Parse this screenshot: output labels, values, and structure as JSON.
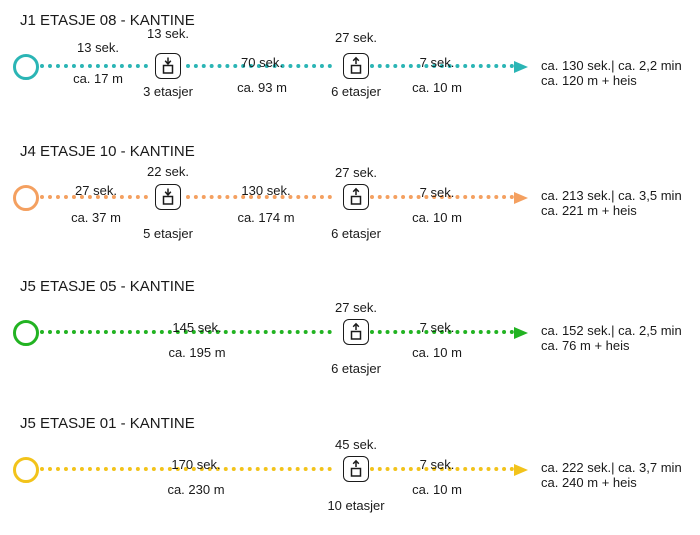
{
  "colors": {
    "teal": "#2bb5b5",
    "orange": "#f4a060",
    "green": "#22b322",
    "yellow": "#f2c31b",
    "text": "#1a1a1a"
  },
  "icons": {
    "lift_down": "elevator-down-icon",
    "lift_up": "elevator-up-icon",
    "start": "start-circle-icon",
    "arrow": "arrowhead-icon"
  },
  "routes": [
    {
      "title": "J1 ETASJE 08 - KANTINE",
      "color": "#2bb5b5",
      "seg1_time": "13 sek.",
      "seg1_dist": "ca. 17 m",
      "lift1_time": "13 sek.",
      "lift1_floors": "3 etasjer",
      "lift1_dir": "down",
      "seg2_time": "70 sek.",
      "seg2_dist": "ca. 93 m",
      "lift2_time": "27 sek.",
      "lift2_floors": "6 etasjer",
      "lift2_dir": "up",
      "seg3_time": "7 sek.",
      "seg3_dist": "ca. 10 m",
      "total_time": "ca. 130 sek.| ca. 2,2 min",
      "total_dist": "ca. 120 m + heis"
    },
    {
      "title": "J4 ETASJE 10 - KANTINE",
      "color": "#f4a060",
      "seg1_time": "27 sek.",
      "seg1_dist": "ca. 37 m",
      "lift1_time": "22 sek.",
      "lift1_floors": "5 etasjer",
      "lift1_dir": "down",
      "seg2_time": "130 sek.",
      "seg2_dist": "ca. 174 m",
      "lift2_time": "27 sek.",
      "lift2_floors": "6 etasjer",
      "lift2_dir": "up",
      "seg3_time": "7 sek.",
      "seg3_dist": "ca. 10 m",
      "total_time": "ca. 213 sek.| ca. 3,5 min",
      "total_dist": "ca. 221 m + heis"
    },
    {
      "title": "J5 ETASJE 05 - KANTINE",
      "color": "#22b322",
      "seg_time": "145 sek.",
      "seg_dist": "ca. 195 m",
      "lift_time": "27 sek.",
      "lift_floors": "6 etasjer",
      "lift_dir": "up",
      "seg3_time": "7 sek.",
      "seg3_dist": "ca. 10 m",
      "total_time": "ca. 152 sek.| ca. 2,5 min",
      "total_dist": "ca. 76 m + heis"
    },
    {
      "title": "J5 ETASJE 01 - KANTINE",
      "color": "#f2c31b",
      "seg_time": "170 sek.",
      "seg_dist": "ca. 230 m",
      "lift_time": "45 sek.",
      "lift_floors": "10 etasjer",
      "lift_dir": "up",
      "seg3_time": "7 sek.",
      "seg3_dist": "ca. 10 m",
      "total_time": "ca. 222 sek.| ca. 3,7 min",
      "total_dist": "ca. 240 m + heis"
    }
  ]
}
